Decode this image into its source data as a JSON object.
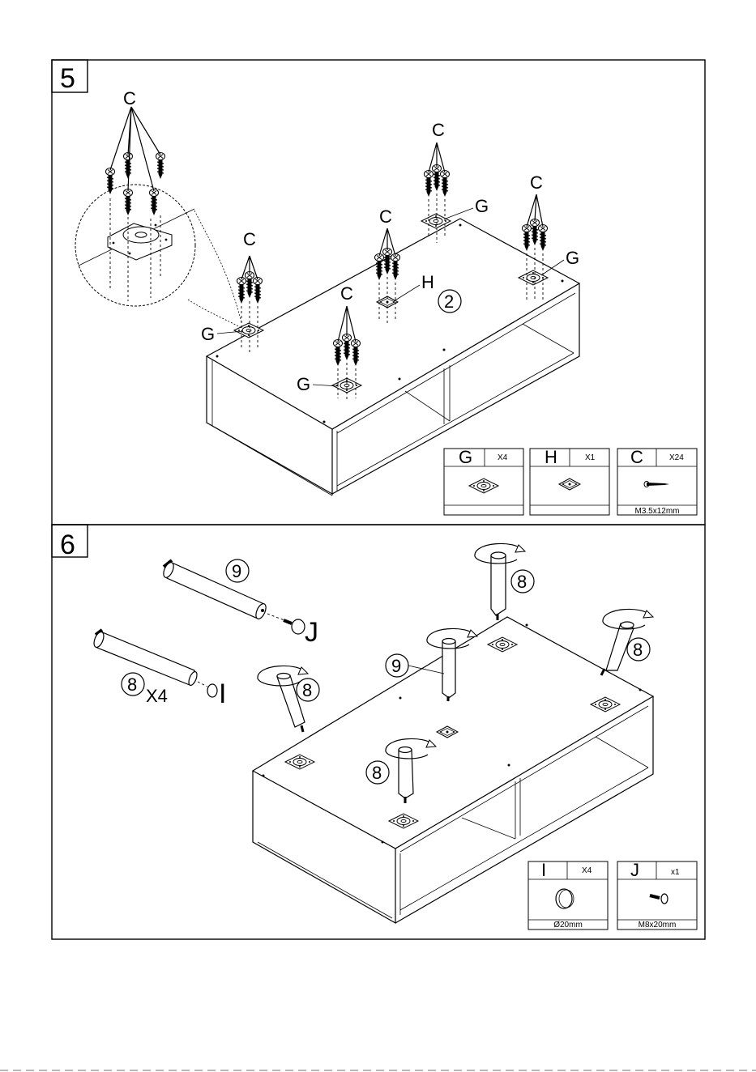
{
  "step5": {
    "number": "5",
    "labels": {
      "c": "C",
      "g": "G",
      "h": "H",
      "panel_ref": "2"
    },
    "legend": [
      {
        "letter": "G",
        "qty": "X4",
        "caption": ""
      },
      {
        "letter": "H",
        "qty": "X1",
        "caption": ""
      },
      {
        "letter": "C",
        "qty": "X24",
        "caption": "M3.5x12mm"
      }
    ]
  },
  "step6": {
    "number": "6",
    "labels": {
      "leg_long": "9",
      "leg_short": "8",
      "leg_count": "X4",
      "cap_i": "I",
      "bolt_j": "J"
    },
    "legend": [
      {
        "letter": "I",
        "qty": "X4",
        "caption": "Ø20mm"
      },
      {
        "letter": "J",
        "qty": "x1",
        "caption": "M8x20mm"
      }
    ]
  },
  "icons": [
    "screw-icon",
    "mounting-plate-icon",
    "leg-icon",
    "rotate-arrow-icon",
    "cap-icon",
    "bolt-icon"
  ]
}
